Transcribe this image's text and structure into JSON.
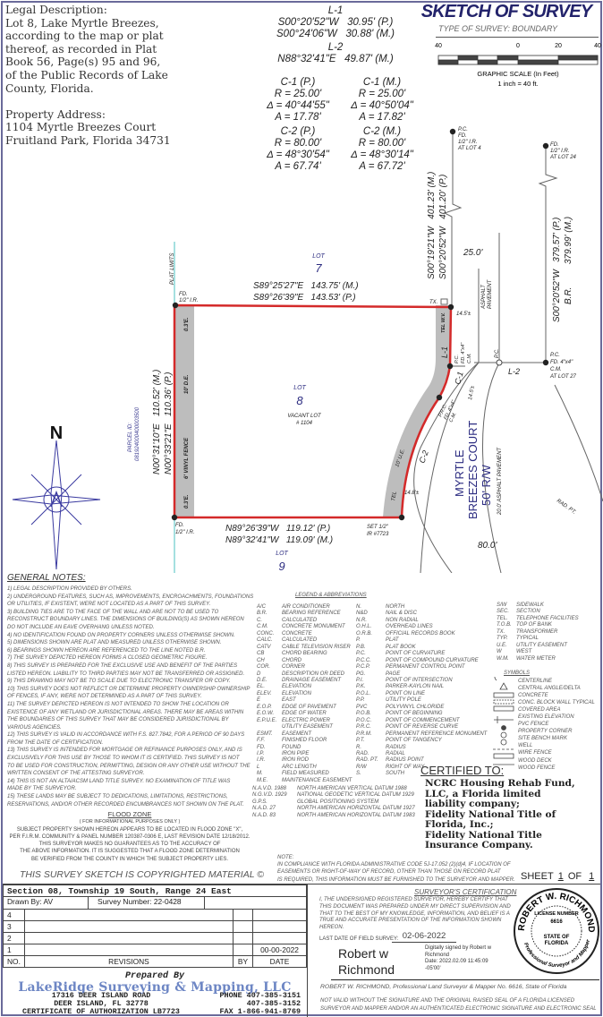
{
  "legal": {
    "lines": [
      "Legal Description:",
      "Lot 8, Lake Myrtle Breezes,",
      "according to the map or plat",
      "thereof, as recorded in Plat",
      "Book 56, Page(s) 95 and 96,",
      "of the Public Records of Lake",
      "County, Florida."
    ],
    "address_label": "Property Address:",
    "address_lines": [
      "1104 Myrtle Breezes Court",
      "Fruitland Park, Florida 34731"
    ]
  },
  "curve_table": {
    "l1_title": "L-1",
    "l1_p": "S00°20'52\"W   30.95' (P.)",
    "l1_m": "S00°24'06\"W   30.88' (M.)",
    "l2_title": "L-2",
    "l2_m": "N88°32'41\"E   49.87' (M.)",
    "c1p": [
      "C-1 (P.)",
      "R = 25.00'",
      "Δ = 40°44'55\"",
      "A = 17.78'"
    ],
    "c1m": [
      "C-1 (M.)",
      "R = 25.00'",
      "Δ = 40°50'04\"",
      "A = 17.82'"
    ],
    "c2p": [
      "C-2 (P.)",
      "R = 80.00'",
      "Δ = 48°30'54\"",
      "A = 67.74'"
    ],
    "c2m": [
      "C-2 (M.)",
      "R = 80.00'",
      "Δ = 48°30'14\"",
      "A = 67.72'"
    ]
  },
  "header": {
    "title": "SKETCH OF SURVEY",
    "survey_type": "TYPE OF SURVEY: BOUNDARY",
    "scale_ticks": [
      "40",
      "0",
      "20",
      "40"
    ],
    "scale_label": "GRAPHIC SCALE (In Feet)",
    "scale_ratio": "1 inch = 40 ft."
  },
  "drawing": {
    "plat_limits": "PLAT LIMITS",
    "lot7": [
      "LOT",
      "7"
    ],
    "lot8": [
      "LOT",
      "8"
    ],
    "lot9": [
      "LOT",
      "9"
    ],
    "vacant": [
      "VACANT LOT",
      "# 1104"
    ],
    "north_m": "S89°25'27\"E   143.75' (M.)",
    "north_p": "S89°26'39\"E   143.53' (P.)",
    "south_p": "N89°26'39\"W   119.12' (P.)",
    "south_m": "N89°32'41\"W   119.09' (M.)",
    "west_m": "N00°31'10\"E   110.52' (M.)",
    "west_p": "N00°33'21\"E   110.36' (P.)",
    "parcel_label": "PARCEL ID:",
    "parcel_id": "081924000400003500",
    "fd_nw": [
      "FD.",
      "1/2\" I.R."
    ],
    "fd_sw": [
      "FD.",
      "1/2\" I.R."
    ],
    "set_se": [
      "SET 1/2\"",
      "IR #7723"
    ],
    "fd_ne": "FD. 1/2\" I.R.",
    "ue_nw": "0.3'E.",
    "ue_sw": "0.3'E.",
    "de": "10' D.E.",
    "fence": "6' VINYL FENCE",
    "ue_east": "10' U.E.",
    "tel": "TEL",
    "tel_wv": "TEL W.V.",
    "tx": "TX.",
    "d145a": "14.5'±",
    "d145b": "14.5'±",
    "d148": "14.8'±",
    "l1": "L-1",
    "c1": "C-1",
    "c2": "C-2",
    "l2": "L-2",
    "pc_fd": [
      "P.C.",
      "FD. 4\"x4\"",
      "C.M."
    ],
    "prc_fd": [
      "P.R.C.",
      "FD. 4\"x4\"",
      "C.M."
    ],
    "pc_circle": "P.C.",
    "pc_lot4": [
      "P.C.",
      "FD.",
      "1/2\" I.R.",
      "AT LOT 4"
    ],
    "fd_lot24": [
      "FD.",
      "1/2\" I.R.",
      "AT LOT 24"
    ],
    "pc_lot27": [
      "P.C.",
      "FD. 4\"x4\"",
      "C.M.",
      "AT LOT 27"
    ],
    "east_m": "S00°19'21\"W   401.23' (M.)",
    "east_p": "S00°20'52\"W   401.20' (P.)",
    "far_p": "S00°20'52\"W   379.57' (P.)",
    "far_m": "379.99' (M.)",
    "br": "B.R.",
    "w25": "25.0'",
    "w80": "80.0'",
    "asphalt": [
      "ASPHALT",
      "PAVEMENT"
    ],
    "street": [
      "MYRTLE",
      "BREEZES COURT",
      "50' R/W"
    ],
    "street_pave": "20.0' ASPHALT PAVEMENT",
    "rad_pt": "RAD. PT.",
    "north": "N",
    "boundary_color": "#d42a2a",
    "easement_color": "#b9b9b9"
  },
  "notes": {
    "title": "GENERAL NOTES:",
    "lines": [
      "1) LEGAL DESCRIPTION PROVIDED BY OTHERS.",
      "2) UNDERGROUND FEATURES, SUCH AS, IMPROVEMENTS, ENCROACHMENTS, FOUNDATIONS",
      "OR UTILITIES, IF EXISTENT, WERE NOT LOCATED AS A PART OF THIS SURVEY.",
      "3) BUILDING TIES ARE TO THE FACE OF THE WALL AND ARE NOT TO BE USED TO",
      "RECONSTRUCT BOUNDARY LINES. THE DIMENSIONS OF BUILDING(S) AS SHOWN HEREON",
      "DO NOT INCLUDE AN EAVE OVERHANG UNLESS NOTED.",
      "4) NO IDENTIFICATION FOUND ON PROPERTY CORNERS UNLESS OTHERWISE SHOWN.",
      "5) DIMENSIONS SHOWN ARE PLAT AND MEASURED UNLESS OTHERWISE SHOWN.",
      "6) BEARINGS SHOWN HEREON ARE REFERENCED TO THE LINE NOTED B.R.",
      "7) THE SURVEY DEPICTED HEREON FORMS A CLOSED GEOMETRIC FIGURE.",
      "8) THIS SURVEY IS PREPARED FOR THE EXCLUSIVE USE AND BENEFIT OF THE PARTIES",
      "LISTED HEREON.  LIABILITY TO THIRD PARTIES MAY NOT BE TRANSFERRED OR ASSIGNED.",
      "9) THIS DRAWING MAY NOT BE TO SCALE DUE TO ELECTRONIC TRANSFER OR COPY.",
      "10) THIS SURVEY DOES NOT REFLECT OR DETERMINE PROPERTY OWNERSHIP OWNERSHIP",
      "OF FENCES, IF ANY, WERE NOT DETERMINED AS A PART OF THIS SURVEY.",
      "11) THE SURVEY DEPICTED HEREON IS NOT INTENDED TO SHOW THE LOCATION OR",
      "EXISTENCE OF ANY WETLAND OR JURISDICTIONAL AREAS. THERE MAY BE AREAS WITHIN",
      "THE BOUNDARIES OF THIS SURVEY THAT MAY BE CONSIDERED JURISDICTIONAL BY",
      "VARIOUS AGENCIES.",
      "12) THIS SURVEY IS VALID IN ACCORDANCE WITH F.S. 827.7842, FOR A PERIOD OF 90 DAYS",
      "FROM THE DATE OF CERTIFICATION.",
      "13) THIS SURVEY IS INTENDED FOR MORTGAGE OR REFINANCE PURPOSES ONLY, AND IS",
      "EXCLUSIVELY FOR THIS USE BY THOSE TO WHOM IT IS CERTIFIED. THIS SURVEY IS NOT",
      "TO BE USED FOR CONSTRUCTION, PERMITTING, DESIGN OR ANY OTHER USE WITHOUT THE",
      "WRITTEN CONSENT OF THE ATTESTING SURVEYOR.",
      "14) THIS IS NOT AN ALTA/ACSM LAND TITLE SURVEY. NO EXAMINATION OF TITLE WAS",
      "MADE BY THE SURVEYOR.",
      "15) THESE LANDS MAY BE SUBJECT TO DEDICATIONS, LIMITATIONS, RESTRICTIONS,",
      "RESERVATIONS, AND/OR OTHER RECORDED ENCUMBRANCES NOT SHOWN ON THE PLAT."
    ]
  },
  "legend": {
    "title": "LEGEND & ABBREVIATIONS",
    "col1": [
      [
        "A/C",
        "AIR CONDITIONER"
      ],
      [
        "B.R.",
        "BEARING REFERENCE"
      ],
      [
        "C.",
        "CALCULATED"
      ],
      [
        "C.M.",
        "CONCRETE MONUMENT"
      ],
      [
        "CONC.",
        "CONCRETE"
      ],
      [
        "CALC.",
        "CALCULATED"
      ],
      [
        "CATV",
        "CABLE TELEVISION RISER"
      ],
      [
        "CB",
        "CHORD BEARING"
      ],
      [
        "CH",
        "CHORD"
      ],
      [
        "COR.",
        "CORNER"
      ],
      [
        "D",
        "DESCRIPTION OR DEED"
      ],
      [
        "D.E.",
        "DRAINAGE EASEMENT"
      ],
      [
        "EL.",
        "ELEVATION"
      ],
      [
        "ELEV.",
        "ELEVATION"
      ],
      [
        "E",
        "EAST"
      ],
      [
        "E.O.P.",
        "EDGE OF PAVEMENT"
      ],
      [
        "E.O.W.",
        "EDGE OF WATER"
      ],
      [
        "E.P.U.E.",
        "ELECTRIC POWER"
      ],
      [
        "",
        "UTILITY EASEMENT"
      ],
      [
        "ESMT.",
        "EASEMENT"
      ],
      [
        "F.F.",
        "FINISHED FLOOR"
      ],
      [
        "FD.",
        "FOUND"
      ],
      [
        "I.P.",
        "IRON PIPE"
      ],
      [
        "I.R.",
        "IRON ROD"
      ],
      [
        "L",
        "ARC LENGTH"
      ],
      [
        "M.",
        "FIELD MEASURED"
      ],
      [
        "M.E.",
        "MAINTENANCE EASEMENT"
      ]
    ],
    "col2": [
      [
        "N.",
        "NORTH"
      ],
      [
        "N&D",
        "NAIL & DISC"
      ],
      [
        "N.R.",
        "NON RADIAL"
      ],
      [
        "O.H.L.",
        "OVERHEAD LINES"
      ],
      [
        "O.R.B.",
        "OFFICIAL RECORDS BOOK"
      ],
      [
        "P.",
        "PLAT"
      ],
      [
        "P.B.",
        "PLAT BOOK"
      ],
      [
        "P.C.",
        "POINT OF CURVATURE"
      ],
      [
        "P.C.C.",
        "POINT OF COMPOUND CURVATURE"
      ],
      [
        "P.C.P.",
        "PERMANENT CONTROL POINT"
      ],
      [
        "PG.",
        "PAGE"
      ],
      [
        "P.I.",
        "POINT OF INTERSECTION"
      ],
      [
        "P.K.",
        "PARKER-KAYLON NAIL"
      ],
      [
        "P.O.L.",
        "POINT ON LINE"
      ],
      [
        "P.P.",
        "UTILITY POLE"
      ],
      [
        "PVC",
        "POLYVINYL CHLORIDE"
      ],
      [
        "P.O.B.",
        "POINT OF BEGINNING"
      ],
      [
        "P.O.C.",
        "POINT OF COMMENCEMENT"
      ],
      [
        "P.R.C.",
        "POINT OF REVERSE CURVE"
      ],
      [
        "P.R.M.",
        "PERMANENT REFERENCE MONUMENT"
      ],
      [
        "P.T.",
        "POINT OF TANGENCY"
      ],
      [
        "R.",
        "RADIUS"
      ],
      [
        "RAD.",
        "RADIAL"
      ],
      [
        "RAD. PT.",
        "RADIUS POINT"
      ],
      [
        "R/W",
        "RIGHT OF WAY"
      ],
      [
        "S.",
        "SOUTH"
      ]
    ],
    "col3": [
      [
        "S/W",
        "SIDEWALK"
      ],
      [
        "SEC.",
        "SECTION"
      ],
      [
        "TEL.",
        "TELEPHONE FACILITIES"
      ],
      [
        "T.O.B.",
        "TOP OF BANK"
      ],
      [
        "TX.",
        "TRANSFORMER"
      ],
      [
        "TYP.",
        "TYPICAL"
      ],
      [
        "U.E.",
        "UTILITY EASEMENT"
      ],
      [
        "W",
        "WEST"
      ],
      [
        "W.M.",
        "WATER METER"
      ]
    ],
    "datums": [
      [
        "N.A.V.D. 1988",
        "NORTH AMERICAN VERTICAL DATUM 1988"
      ],
      [
        "N.G.V.D. 1929",
        "NATIONAL GEODETIC VERTICAL DATUM 1929"
      ],
      [
        "G.P.S.",
        "GLOBAL POSITIONING SYSTEM"
      ],
      [
        "N.A.D. 27",
        "NORTH AMERICAN HORIZONTAL DATUM 1927"
      ],
      [
        "N.A.D. 83",
        "NORTH AMERICAN HORIZONTAL DATUM 1983"
      ]
    ],
    "symbols_title": "SYMBOLS",
    "symbols": [
      "CENTERLINE",
      "CENTRAL ANGLE/DELTA",
      "CONCRETE",
      "CONC. BLOCK WALL TYPICAL",
      "COVERED AREA",
      "EXISTING ELEVATION",
      "PVC FENCE",
      "PROPERTY CORNER",
      "SITE BENCH MARK",
      "WELL",
      "WIRE FENCE",
      "WOOD DECK",
      "WOOD FENCE"
    ]
  },
  "certified": {
    "title": "CERTIFIED TO:",
    "lines": [
      "NCRC Housing Rehab Fund,",
      "LLC, a Florida limited",
      "liability company;",
      "Fidelity National Title of",
      "Florida, Inc.;",
      "Fidelity National Title",
      "Insurance Company."
    ]
  },
  "flood": {
    "title": "FLOOD ZONE",
    "subtitle": "( FOR INFORMATIONAL PURPOSES ONLY )",
    "lines": [
      "SUBJECT PROPERTY SHOWN HEREON APPEARS TO BE LOCATED IN FLOOD ZONE \"X\",",
      "PER F.I.R.M. COMMUNITY & PANEL NUMBER 120387-0306 E, LAST REVISION DATE 12/18/2012.",
      "THIS SURVEYOR MAKES NO GUARANTEES AS TO THE ACCURACY OF",
      "THE ABOVE INFORMATION. IT IS SUGGESTED THAT A FLOOD ZONE DETERMINATION",
      "BE VERIFIED FROM THE COUNTY IN WHICH THE SUBJECT PROPERTY LIES."
    ],
    "copyright": "THIS SURVEY SKETCH IS COPYRIGHTED MATERIAL ©"
  },
  "note": {
    "label": "NOTE:",
    "lines": [
      "IN COMPLIANCE WITH FLORIDA ADMINISTRATIVE CODE 5J-17.052 (2)(d)4, IF LOCATION OF",
      "EASEMENTS OR RIGHT-OF-WAY OF RECORD, OTHER THAN THOSE ON RECORD PLAT",
      "IS REQUIRED, THIS INFORMATION MUST BE FURNISHED TO THE SURVEYOR AND MAPPER."
    ]
  },
  "sheet": {
    "prefix": "SHEET",
    "num": "1",
    "of": "OF",
    "total": "1"
  },
  "titleblock": {
    "section": "Section 08, Township 19 South, Range 24 East",
    "drawn_by": "Drawn By: AV",
    "survey_number_label": "Survey Number:",
    "survey_number": "22-0428",
    "revisions": [
      {
        "no": "4",
        "desc": "",
        "by": "",
        "date": ""
      },
      {
        "no": "3",
        "desc": "",
        "by": "",
        "date": ""
      },
      {
        "no": "2",
        "desc": "",
        "by": "",
        "date": ""
      },
      {
        "no": "1",
        "desc": "",
        "by": "",
        "date": "00-00-2022"
      }
    ],
    "headers": {
      "no": "NO.",
      "desc": "REVISIONS",
      "by": "BY",
      "date": "DATE"
    }
  },
  "company": {
    "prepared_by": "Prepared By",
    "name": "LakeRidge Surveying & Mapping, LLC",
    "address1": "17316 DEER ISLAND ROAD",
    "address2": "DEER ISLAND, FL 32778",
    "cert": "CERTIFICATE OF AUTHORIZATION LB7723",
    "phone1": "PHONE 407-385-3151",
    "phone2": "407-385-3152",
    "fax": "FAX 1-866-941-8769",
    "brand_color": "#6d86c4"
  },
  "surveyor": {
    "title": "SURVEYOR'S CERTIFICATION",
    "lines": [
      "I, THE UNDERSIGNED REGISTERED SURVEYOR, HEREBY CERTIFY THAT",
      "THIS DOCUMENT WAS PREPARED UNDER MY DIRECT SUPERVISION AND",
      "THAT TO THE BEST OF MY KNOWLEDGE, INFORMATION, AND BELIEF IS A",
      "TRUE AND ACCURATE PRESENTATION OF THE INFORMATION SHOWN",
      "HEREON."
    ],
    "field_label": "LAST DATE OF FIELD SURVEY:",
    "field_date": "02-06-2022",
    "sig_name": [
      "Robert w",
      "Richmond"
    ],
    "digital": [
      "Digitally signed by Robert w",
      "Richmond",
      "Date: 2022.02.09 11:45:09",
      "-05'00'"
    ],
    "name_line": "ROBERT W. RICHMOND,   Professional Land Surveyor & Mapper No. 6616,  State of Florida",
    "disclaimer": [
      "NOT VALID WITHOUT THE SIGNATURE AND THE ORIGINAL RAISED SEAL OF A FLORIDA LICENSED",
      "SURVEYOR AND MAPPER AND/OR AN AUTHENTICATED ELECTRONIC SIGNATURE AND ELECTRONIC SEAL"
    ],
    "seal": {
      "top": "ROBERT W. RICHMOND",
      "license": "LICENSE NUMBER",
      "number": "6616",
      "state": [
        "STATE OF",
        "FLORIDA"
      ],
      "bottom": "Professional Surveyor and Mapper"
    }
  }
}
